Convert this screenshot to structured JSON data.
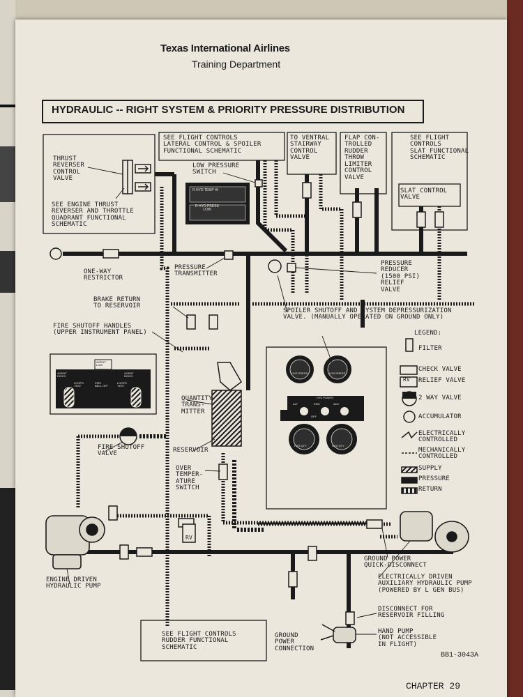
{
  "header": {
    "airline": "Texas International Airlines",
    "department": "Training Department"
  },
  "title": "HYDRAULIC -- RIGHT SYSTEM & PRIORITY PRESSURE DISTRIBUTION",
  "labels": {
    "thrust_reverser": "THRUST\nREVERSER\nCONTROL\nVALVE",
    "engine_thrust": "SEE ENGINE THRUST\nREVERSER AND THROTTLE\nQUADRANT FUNCTIONAL\nSCHEMATIC",
    "see_flight_lateral": "SEE FLIGHT CONTROLS\nLATERAL CONTROL & SPOILER\nFUNCTIONAL SCHEMATIC",
    "low_pressure_switch": "LOW PRESSURE\nSWITCH",
    "ventral": "TO VENTRAL\nSTAIRWAY\nCONTROL\nVALVE",
    "flap": "FLAP CON-\nTROLLED\nRUDDER\nTHROW\nLIMITER\nCONTROL\nVALVE",
    "slat_schematic": "SEE FLIGHT\nCONTROLS\nSLAT FUNCTIONAL\nSCHEMATIC",
    "slat_valve": "SLAT CONTROL\nVALVE",
    "panel_temp": "R HYD TEMP HI",
    "panel_press": "R HYD PRESS\nLOW",
    "one_way": "ONE-WAY\nRESTRICTOR",
    "pressure_transmitter": "PRESSURE\nTRANSMITTER",
    "pressure_reducer": "PRESSURE\nREDUCER\n(1500 PSI)\nRELIEF\nVALVE",
    "brake_return": "BRAKE RETURN\nTO RESERVOIR",
    "spoiler_shutoff": "SPOILER SHUTOFF AND SYSTEM DEPRESSURIZATION\nVALVE. (MANUALLY OPERATED ON GROUND ONLY)",
    "fire_handles": "FIRE SHUTOFF HANDLES\n(UPPER INSTRUMENT PANEL)",
    "quantity_transmitter": "QUANTITY\nTRANS-\nMITTER",
    "reservoir": "RESERVOIR",
    "over_temp": "OVER\nTEMPER-\nATURE\nSWITCH",
    "fire_valve": "FIRE SHUTOFF\nVALVE",
    "rv_box": "RV",
    "engine_pump": "ENGINE DRIVEN\nHYDRAULIC PUMP",
    "ground_power_qd": "GROUND POWER\nQUICK-DISCONNECT",
    "elec_pump": "ELECTRICALLY DRIVEN\nAUXILIARY HYDRAULIC PUMP\n(POWERED BY L GEN BUS)",
    "disconnect": "DISCONNECT FOR\nRESERVOIR FILLING",
    "hand_pump": "HAND PUMP\n(NOT ACCESSIBLE\nIN FLIGHT)",
    "ground_conn": "GROUND\nPOWER\nCONNECTION",
    "rudder": "SEE FLIGHT CONTROLS\nRUDDER FUNCTIONAL\nSCHEMATIC",
    "code": "BB1-3043A"
  },
  "legend": {
    "title": "LEGEND:",
    "items": [
      "FILTER",
      "CHECK VALVE",
      "RELIEF VALVE",
      "2 WAY VALVE",
      "ACCUMULATOR",
      "ELECTRICALLY\nCONTROLLED",
      "MECHANICALLY\nCONTROLLED",
      "SUPPLY",
      "PRESSURE",
      "RETURN"
    ],
    "rv": "RV"
  },
  "panel": {
    "gauge_labels": [
      "HYD PRESS",
      "HYD PRESS",
      "HYD QTY",
      "HYD QTY"
    ],
    "pumps_label": "HYD PUMPS",
    "pump_positions": [
      "ALT",
      "ENG",
      "AUX"
    ],
    "off_label": "OFF"
  },
  "fire_panel": {
    "lights": [
      "AGENT\nDISCH",
      "AGENT\nDISCH"
    ],
    "loops": [
      "LOOPS\nTEST",
      "LOOPS\nTEST"
    ],
    "center_top": "AGENT\nLOW",
    "center_mid": "FIRE\nBELL OFF"
  },
  "footer": {
    "chapter": "CHAPTER 29"
  },
  "colors": {
    "paper": "#ebe7dd",
    "ink": "#1a1a1a"
  }
}
